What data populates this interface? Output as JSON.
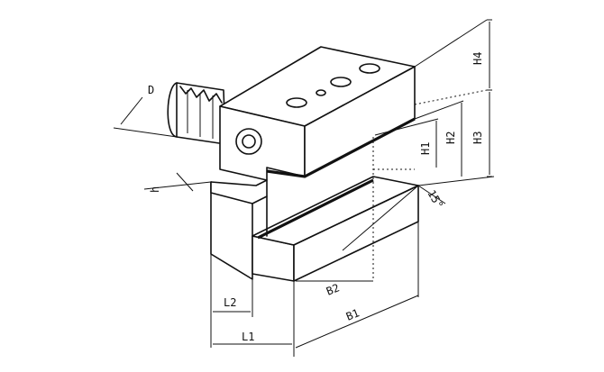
{
  "labels": {
    "D": "D",
    "H4": "H4",
    "H3": "H3",
    "H2": "H2",
    "H1": "H1",
    "h": "h",
    "angle": "15°",
    "L2": "L2",
    "L1": "L1",
    "B2": "B2",
    "B1": "B1"
  }
}
